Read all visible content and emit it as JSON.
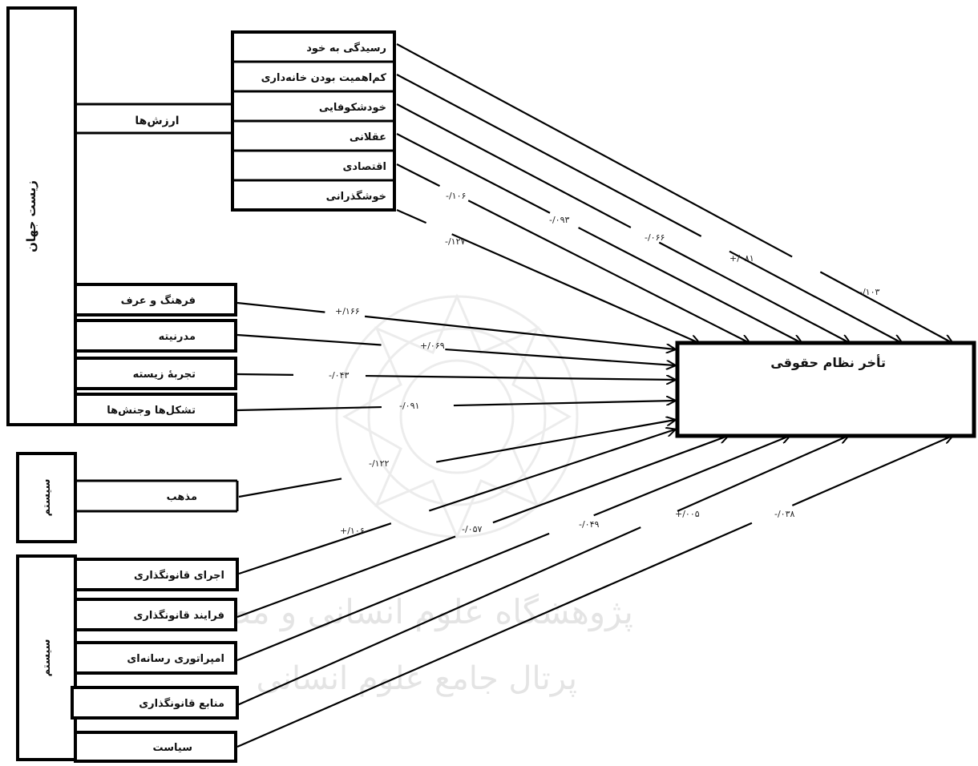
{
  "group_labels": {
    "lifeworld": "زیست جهان",
    "system_small": "سیستم",
    "system_large": "سیستم"
  },
  "values_label": "ارزش‌ها",
  "values_items": [
    "رسیدگی به خود",
    "کم‌اهمیت بودن خانه‌داری",
    "خودشکوفایی",
    "عقلانی",
    "اقتصادی",
    "خوشگذرانی"
  ],
  "lifeworld_items": [
    "فرهنگ و عرف",
    "مدرنیته",
    "تجربهٔ زیسته",
    "تشکل‌ها وجنش‌ها"
  ],
  "system_items": [
    "مذهب",
    "اجرای قانونگذاری",
    "فرایند قانونگذاری",
    "امپراتوری رسانه‌ای",
    "منابع قانونگذاری",
    "سیاست"
  ],
  "target_label": "تأخر نظام حقوقی",
  "path_coefficients": [
    "-/۱۰۳",
    "+/۰۸۱",
    "-/۰۶۶",
    "-/۰۹۳",
    "-/۱۰۶",
    "-/۱۲۷",
    "+/۱۶۶",
    "+/۰۶۹",
    "-/۰۴۳",
    "-/۰۹۱",
    "-/۱۲۲",
    "+/۱۰۶",
    "-/۰۵۷",
    "-/۰۴۹",
    "+/۰۰۵",
    "-/۰۳۸"
  ],
  "watermark": {
    "line1": "پژوهشگاه علوم انسانی و مطالعات فرهنگی",
    "line2": "پرتال جامع علوم انسانی"
  }
}
